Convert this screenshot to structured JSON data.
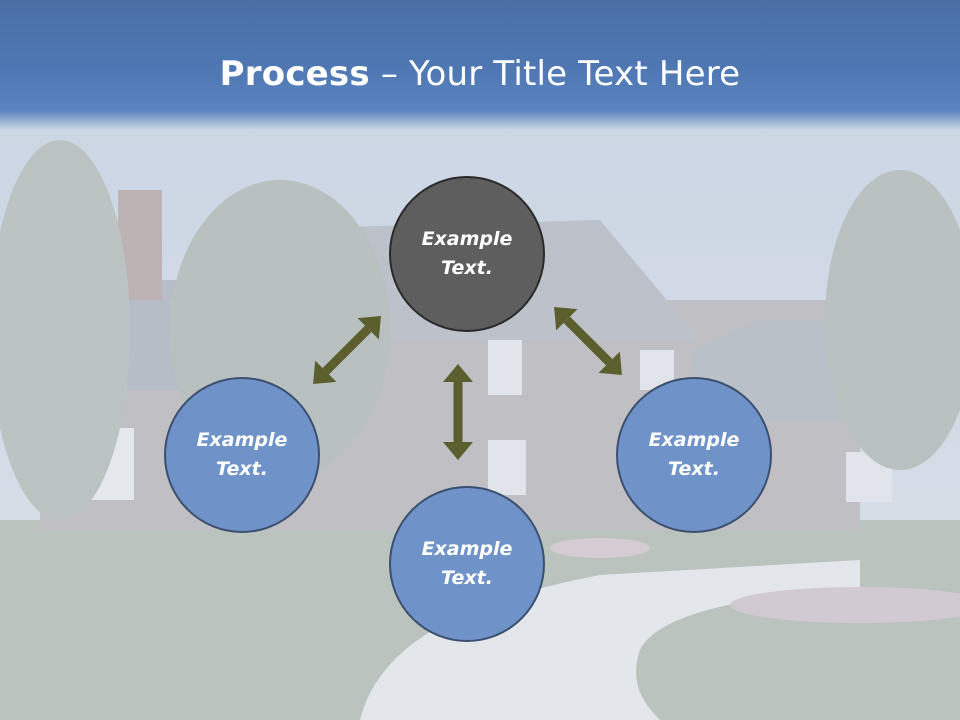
{
  "slide": {
    "title_bold": "Process",
    "title_dash": " – ",
    "title_rest": "Your Title Text Here"
  },
  "nodes": {
    "top": "Example Text.",
    "left": "Example Text.",
    "right": "Example Text.",
    "bottom": "Example Text."
  },
  "colors": {
    "title_bar": "#4f78b4",
    "node_blue": "#6f93c9",
    "node_dark": "#5e5e5e",
    "arrow": "#5b5e2d"
  }
}
